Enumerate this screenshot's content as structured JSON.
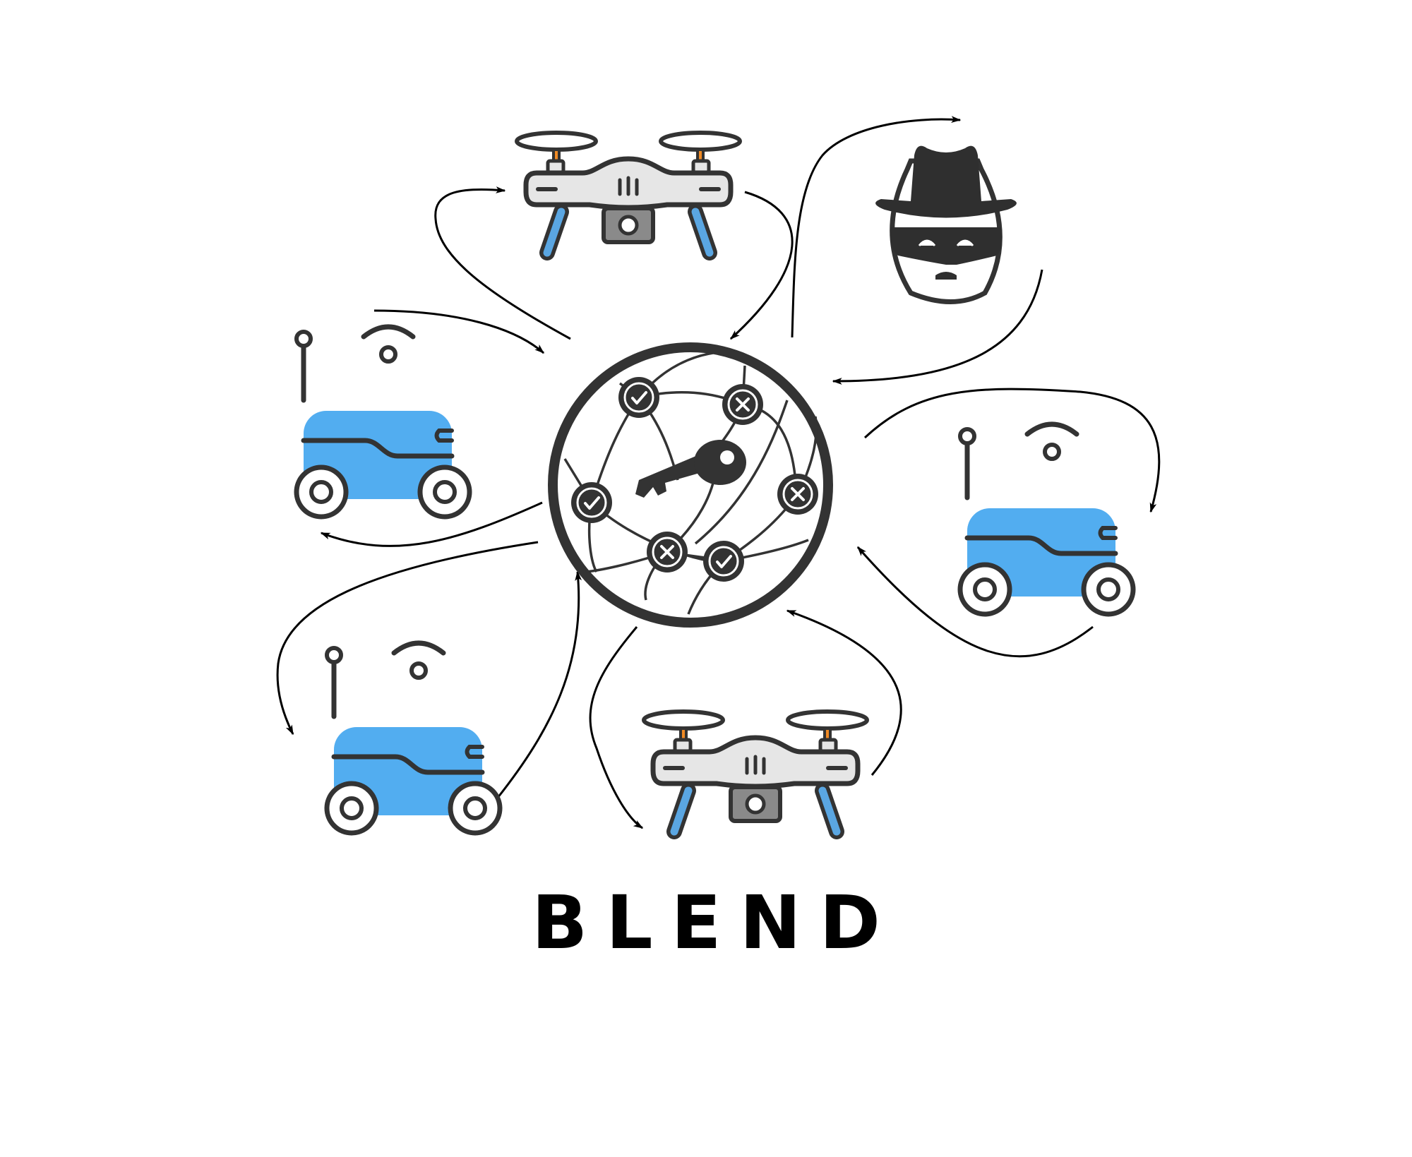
{
  "title": "BLEND",
  "colors": {
    "robot_body": "#52adf0",
    "outline": "#333333",
    "drone_body": "#e6e6e6",
    "drone_leg": "#5aa6e2",
    "drone_accent": "#f08a24",
    "camera": "#8a8a8a",
    "hacker": "#2f2f2f",
    "arrow": "#000000"
  },
  "icons": {
    "center": "blockchain-globe-with-key",
    "robots": [
      "wheeled-robot",
      "wheeled-robot",
      "wheeled-robot"
    ],
    "drones": [
      "quadcopter-drone",
      "quadcopter-drone"
    ],
    "attacker": "hacker-with-hat"
  },
  "network_nodes": {
    "verified": 3,
    "rejected": 3
  }
}
